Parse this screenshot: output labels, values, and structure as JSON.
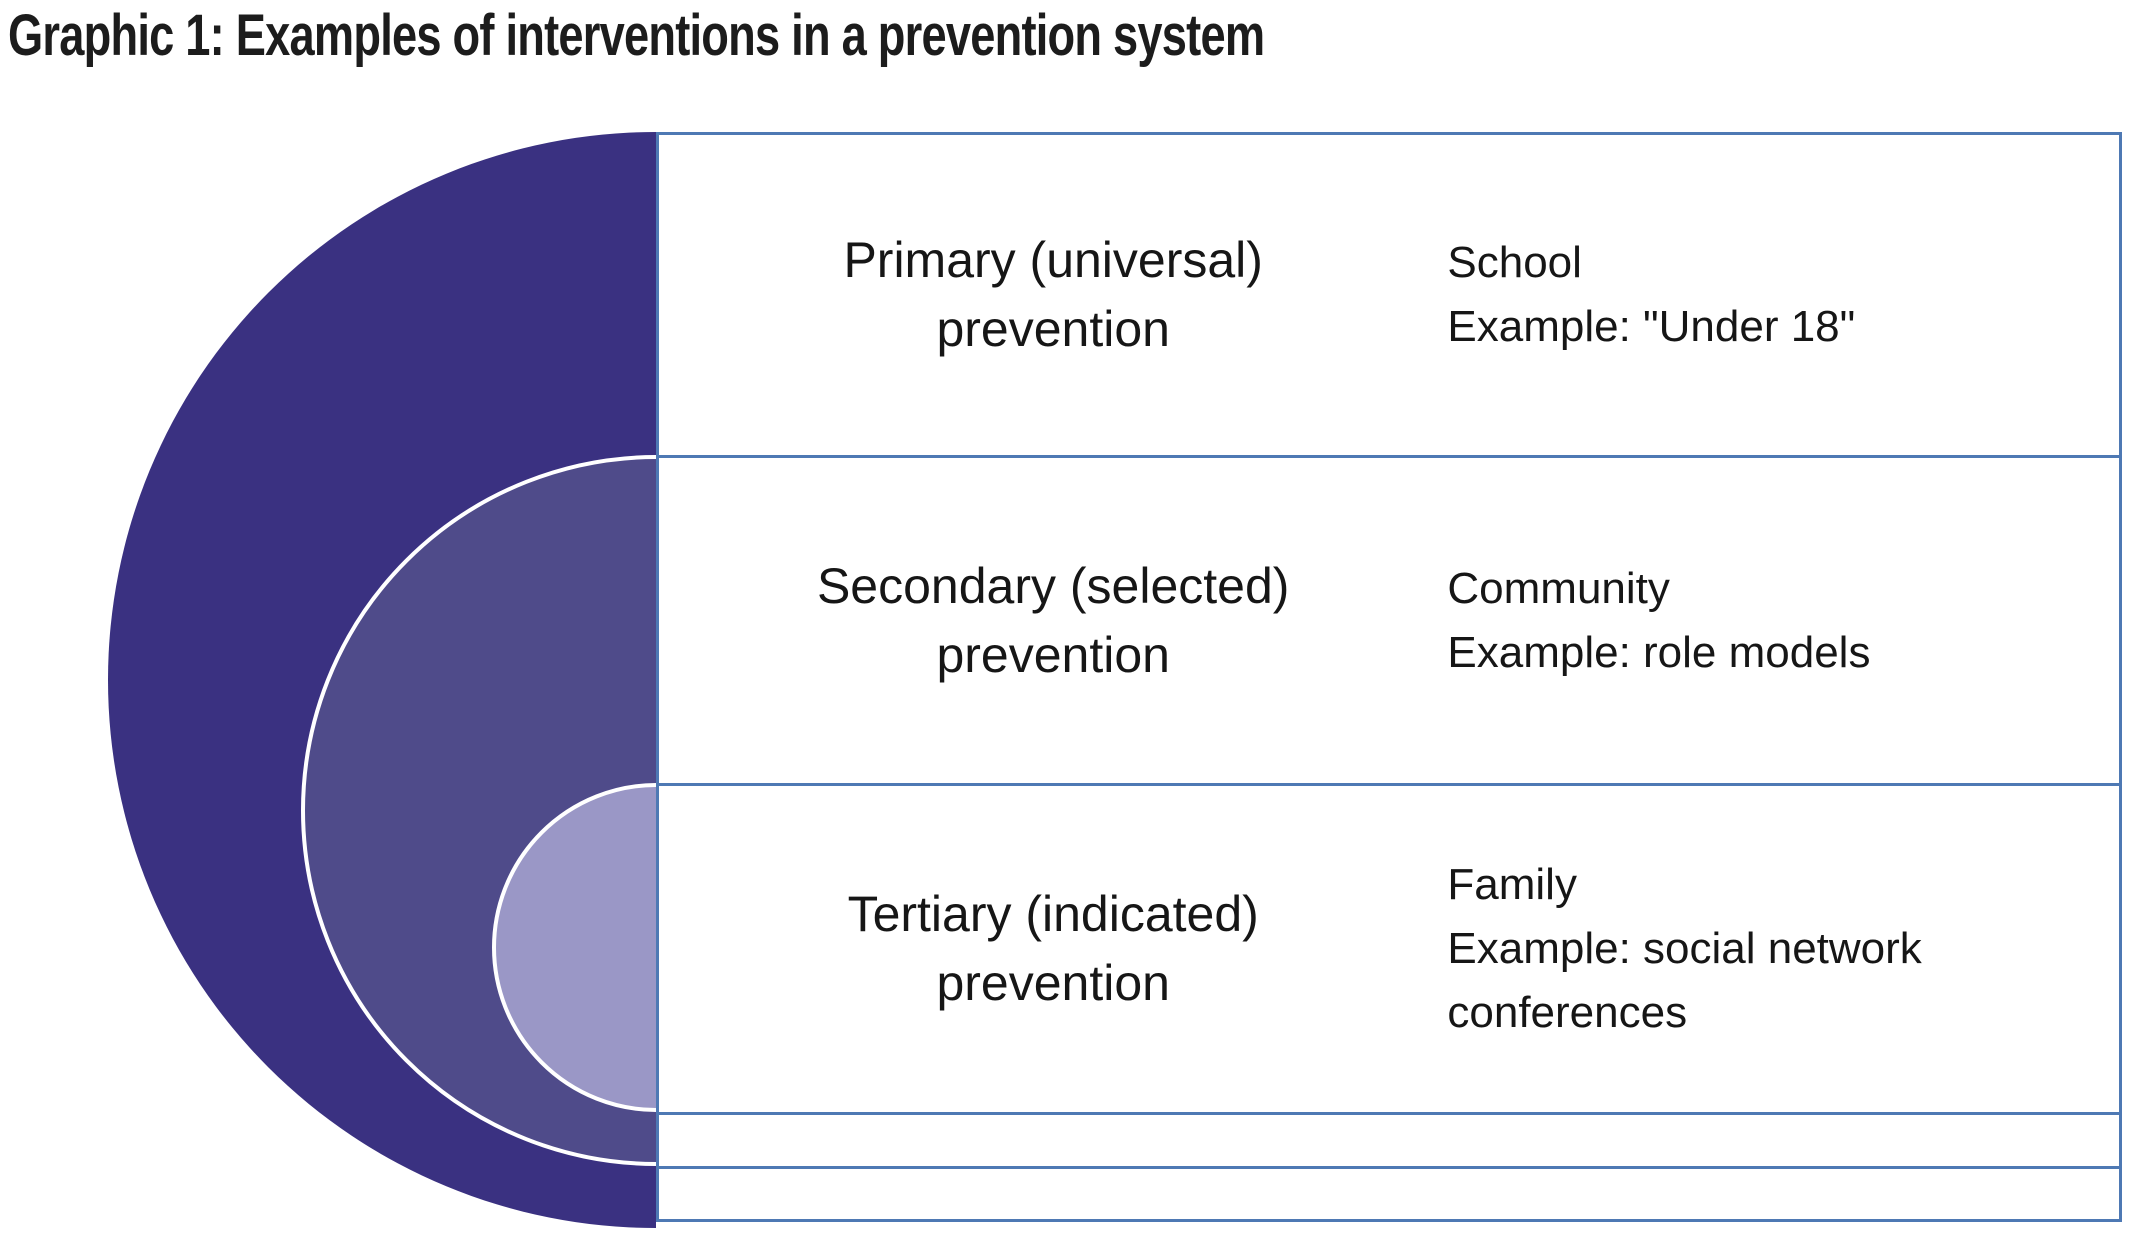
{
  "title": "Graphic 1: Examples of interventions in a prevention system",
  "colors": {
    "circle_outer": "#3a3181",
    "circle_middle": "#4f4b8a",
    "circle_inner": "#9a97c6",
    "circle_stroke": "#ffffff",
    "table_line": "#4e79b4",
    "title_text": "#1c1c1c",
    "body_text": "#161616",
    "background": "#ffffff"
  },
  "rows": [
    {
      "label": [
        "Primary (universal)",
        "prevention"
      ],
      "example": [
        "School",
        "Example: \"Under 18\""
      ]
    },
    {
      "label": [
        "Secondary (selected)",
        "prevention"
      ],
      "example": [
        "Community",
        "Example: role models"
      ]
    },
    {
      "label": [
        "Tertiary (indicated)",
        "prevention"
      ],
      "example": [
        "Family",
        "Example: social network",
        "conferences"
      ]
    }
  ],
  "empty_rows": 2
}
